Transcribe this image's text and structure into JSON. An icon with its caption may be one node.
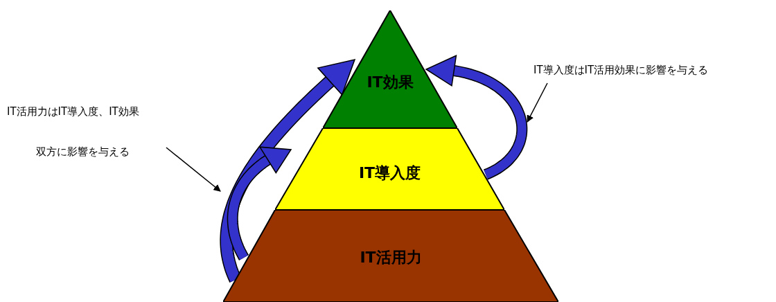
{
  "diagram": {
    "nodes": [
      {
        "text": [
          "IT効果"
        ]
      },
      {
        "text": [
          "IT導入度"
        ]
      },
      {
        "text": [
          "IT活用力"
        ]
      },
      {
        "text": [
          "IT活用力はIT導入度、IT効果",
          "双方に影響を与える"
        ]
      },
      {
        "text": [
          "IT導入度はIT活用効果に影響を与える"
        ]
      }
    ],
    "edges": [
      {
        "from": 2,
        "to": 0,
        "arrow": "to"
      },
      {
        "from": 2,
        "to": 1,
        "arrow": "to"
      },
      {
        "from": 1,
        "to": 0,
        "arrow": "to"
      },
      {
        "from": 3,
        "to": null,
        "arrow": "to"
      },
      {
        "from": 4,
        "to": null,
        "arrow": "to"
      }
    ]
  }
}
